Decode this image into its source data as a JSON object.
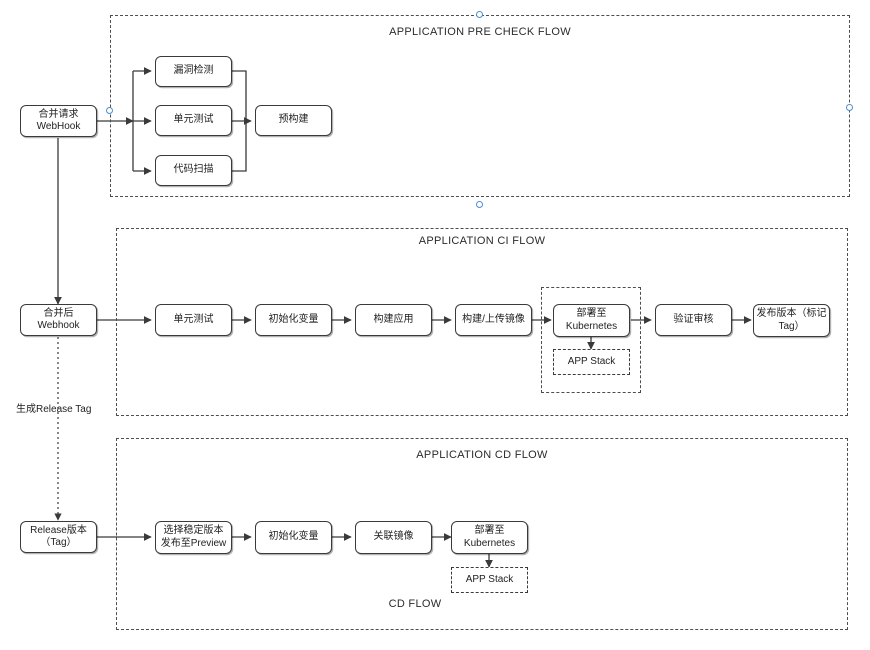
{
  "diagram": {
    "title_precheck": "APPLICATION PRE CHECK FLOW",
    "title_ci": "APPLICATION CI FLOW",
    "title_cd": "APPLICATION CD FLOW",
    "caption_cd": "CD FLOW"
  },
  "precheck": {
    "trigger": {
      "line1": "合并请求",
      "line2": "WebHook"
    },
    "nodes": [
      {
        "label": "漏洞检测"
      },
      {
        "label": "单元测试"
      },
      {
        "label": "代码扫描"
      }
    ],
    "result": {
      "label": "预构建"
    }
  },
  "ci": {
    "trigger": {
      "line1": "合并后",
      "line2": "Webhook"
    },
    "nodes": [
      {
        "line1": "单元测试",
        "line2": ""
      },
      {
        "line1": "初始化变量",
        "line2": ""
      },
      {
        "line1": "构建应用",
        "line2": ""
      },
      {
        "line1": "构建/上传镜像",
        "line2": ""
      },
      {
        "line1": "部署至",
        "line2": "Kubernetes"
      },
      {
        "line1": "验证审核",
        "line2": ""
      },
      {
        "line1": "发布版本（标记",
        "line2": "Tag）"
      }
    ],
    "app_stack": "APP Stack"
  },
  "cd": {
    "edge_label": "生成Release Tag",
    "trigger": {
      "line1": "Release版本",
      "line2": "（Tag）"
    },
    "nodes": [
      {
        "line1": "选择稳定版本",
        "line2": "发布至Preview"
      },
      {
        "line1": "初始化变量",
        "line2": ""
      },
      {
        "line1": "关联镜像",
        "line2": ""
      },
      {
        "line1": "部署至",
        "line2": "Kubernetes"
      }
    ],
    "app_stack": "APP Stack"
  },
  "colors": {
    "handle": "#4d8fd1",
    "stroke": "#3a3a3a",
    "dash": "#4d4d4d"
  }
}
